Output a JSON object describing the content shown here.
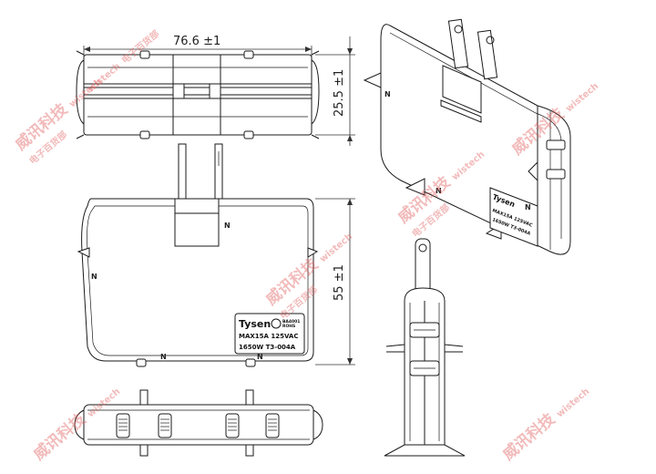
{
  "dimensions": {
    "width": "76.6 ±1",
    "height": "25.5 ±1",
    "length": "55 ±1"
  },
  "markings": {
    "neutral_mark": "N"
  },
  "label": {
    "brand": "Tysen",
    "cert_line1": "BA4001",
    "cert_line2": "ROHS",
    "rating": "MAX15A 125VAC",
    "power_model": "1650W  T3-004A"
  },
  "watermark": {
    "cn_text": "威讯科技",
    "en_text": "wistech",
    "cn_sub": "电子百货部",
    "color": "#e05a5a"
  }
}
